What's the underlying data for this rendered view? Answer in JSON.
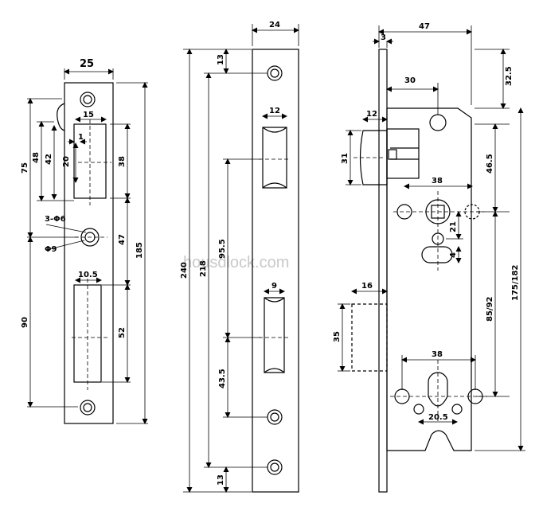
{
  "watermark": "housdlock.com",
  "strike_plate": {
    "width": "25",
    "d15": "15",
    "d1": "1",
    "d20": "20",
    "d75": "75",
    "d48": "48",
    "d42": "42",
    "d38": "38",
    "hole_a": "3-Φ6",
    "hole_b": "Φ9",
    "d47": "47",
    "d185": "185",
    "d10_5": "10.5",
    "d90": "90",
    "d52": "52"
  },
  "faceplate": {
    "width": "24",
    "top13": "13",
    "d12": "12",
    "d240": "240",
    "d218": "218",
    "d95_5": "95.5",
    "d9": "9",
    "d43_5": "43.5",
    "bottom13": "13"
  },
  "lock_body": {
    "width": "47",
    "d3": "3",
    "d32_5": "32.5",
    "d30": "30",
    "d12": "12",
    "d31": "31",
    "d46_5": "46.5",
    "d38a": "38",
    "d21": "21",
    "d4": "4",
    "d16": "16",
    "d85_92": "85/92",
    "d175_182": "175/182",
    "d35": "35",
    "d38b": "38",
    "d20_5": "20.5"
  }
}
